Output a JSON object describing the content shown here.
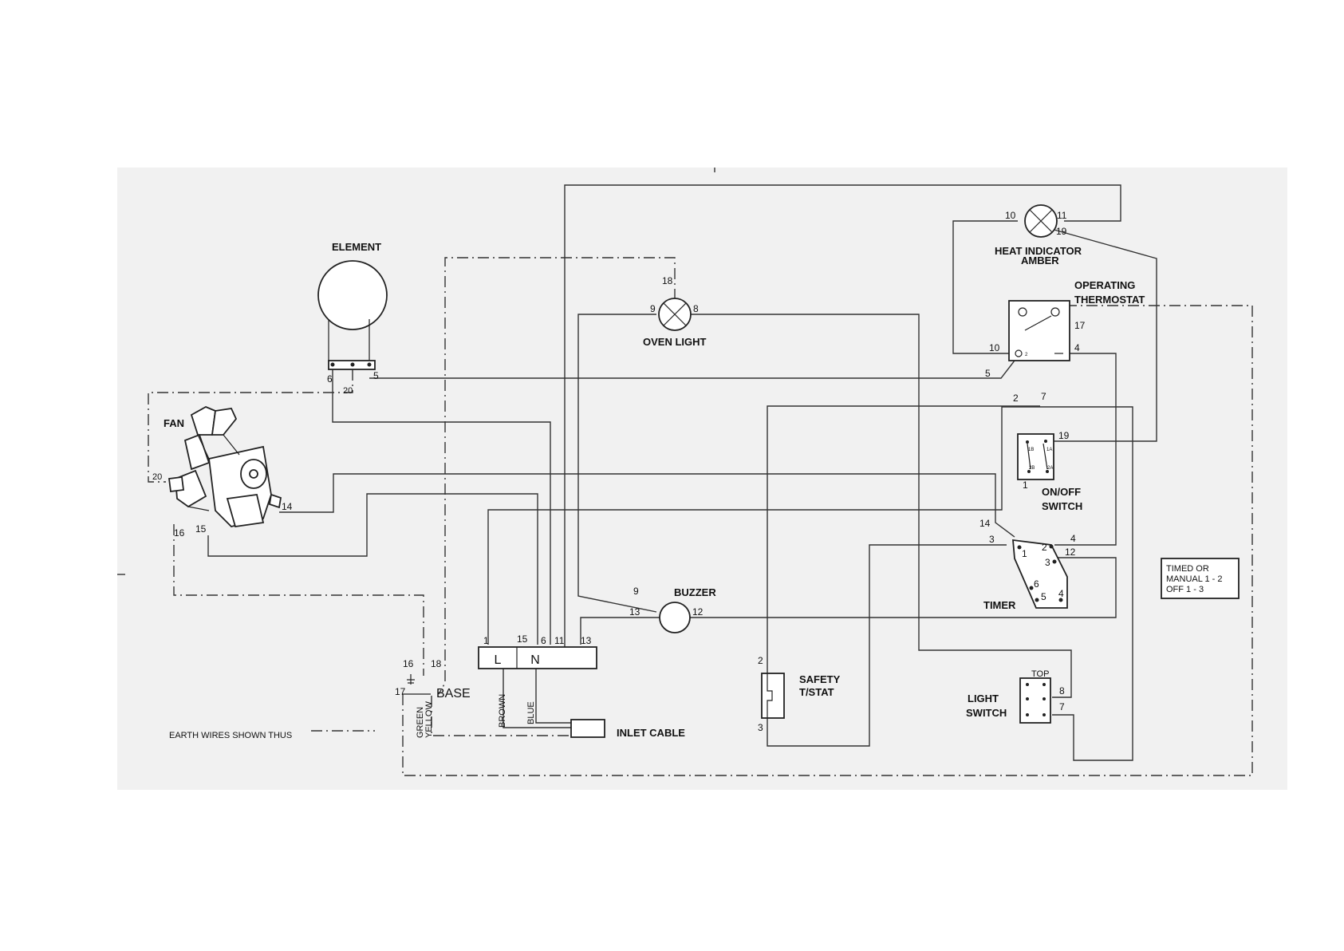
{
  "labels": {
    "element": "ELEMENT",
    "fan": "FAN",
    "oven_light": "OVEN LIGHT",
    "heat_indicator_1": "HEAT INDICATOR",
    "heat_indicator_2": "AMBER",
    "operating_thermostat_1": "OPERATING",
    "operating_thermostat_2": "THERMOSTAT",
    "on_off_switch_1": "ON/OFF",
    "on_off_switch_2": "SWITCH",
    "timer": "TIMER",
    "buzzer": "BUZZER",
    "safety_tstat_1": "SAFETY",
    "safety_tstat_2": "T/STAT",
    "light_switch_1": "LIGHT",
    "light_switch_2": "SWITCH",
    "light_switch_top": "TOP",
    "inlet_cable": "INLET CABLE",
    "base": "BASE",
    "terminal_l": "L",
    "terminal_n": "N",
    "wire_brown": "BROWN",
    "wire_blue": "BLUE",
    "wire_green": "GREEN",
    "wire_yellow": "YELLOW",
    "earth_note": "EARTH WIRES SHOWN THUS"
  },
  "legend": {
    "line1": "TIMED OR",
    "line2": "MANUAL  1 - 2",
    "line3": "OFF        1 - 3"
  },
  "terminals": {
    "element_6": "6",
    "element_5": "5",
    "element_20": "20",
    "fan_20": "20",
    "fan_14": "14",
    "fan_15": "15",
    "fan_16": "16",
    "oven_light_18": "18",
    "oven_light_9": "9",
    "oven_light_8": "8",
    "heat_10": "10",
    "heat_11": "11",
    "heat_19": "19",
    "thermo_17": "17",
    "thermo_10": "10",
    "thermo_4": "4",
    "thermo_5": "5",
    "onoff_2": "2",
    "onoff_7": "7",
    "onoff_19": "19",
    "onoff_1": "1",
    "onoff_inner_1b": "1B",
    "onoff_inner_1a": "1A",
    "onoff_inner_2b": "2B",
    "onoff_inner_2a": "2A",
    "timer_14": "14",
    "timer_3": "3",
    "timer_4": "4",
    "timer_12": "12",
    "timer_in_1": "1",
    "timer_in_2": "2",
    "timer_in_3": "3",
    "timer_in_4": "4",
    "timer_in_5": "5",
    "timer_in_6": "6",
    "buzzer_9": "9",
    "buzzer_13": "13",
    "buzzer_12": "12",
    "block_1": "1",
    "block_15": "15",
    "block_6": "6",
    "block_11": "11",
    "block_13": "13",
    "safety_2": "2",
    "safety_3": "3",
    "light_sw_8": "8",
    "light_sw_7": "7",
    "base_16": "16",
    "base_18": "18",
    "base_17": "17"
  }
}
